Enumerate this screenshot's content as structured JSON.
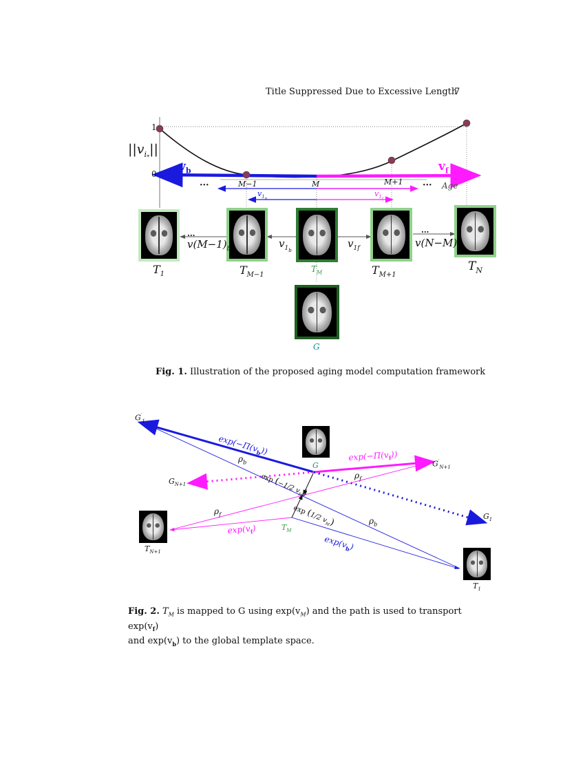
{
  "header": {
    "running_title": "Title Suppressed Due to Excessive Length",
    "page_number": "7"
  },
  "fig1": {
    "y_axis_label": "||v",
    "y_axis_label_sub": "i",
    "y_axis_label_subsub": "*",
    "y_axis_label_end": "||",
    "y_ticks": [
      "1",
      "0"
    ],
    "v_b": "v",
    "v_b_sub": "b",
    "v_f": "v",
    "v_f_sub": "f",
    "axis_ticks": [
      "M−1",
      "M",
      "M+1"
    ],
    "age_label": "Age",
    "ellipsis": "···",
    "v1b": "v",
    "v1b_sub": "1",
    "v1b_subsub": "b",
    "v1f": "v",
    "v1f_sub": "1",
    "v1f_subsub": "f",
    "edge_left": "v(M−1)",
    "edge_left_sub": "b",
    "edge_mid_left": "v",
    "edge_mid_left_sub": "1",
    "edge_mid_left_subsub": "b",
    "edge_mid_right": "v",
    "edge_mid_right_sub": "1f",
    "edge_right": "v(N−M)",
    "edge_right_sub": "f",
    "templates": [
      {
        "name": "T",
        "sub": "1"
      },
      {
        "name": "T",
        "sub": "M−1"
      },
      {
        "name": "T",
        "sub": "M"
      },
      {
        "name": "T",
        "sub": "M+1"
      },
      {
        "name": "T",
        "sub": "N"
      }
    ],
    "global_label": "G",
    "caption_bold": "Fig. 1.",
    "caption_text": " Illustration of the proposed aging model computation framework"
  },
  "fig2": {
    "labels": {
      "G1prime": "G",
      "G1prime_sub": "1",
      "GN1prime": "G",
      "GN1prime_sub": "N+1",
      "GN1": "G",
      "GN1_sub": "N+1",
      "G1": "G",
      "G1_sub": "1",
      "G": "G",
      "TM": "T",
      "TM_sub": "M",
      "TN1": "T",
      "TN1_sub": "N+1",
      "T1": "T",
      "T1_sub": "1",
      "exp_neg_pi_vb": "exp(−Π(v",
      "exp_neg_pi_vb_sub": "b",
      "exp_neg_pi_vb_end": "))",
      "exp_neg_pi_vf": "exp(−Π(v",
      "exp_neg_pi_vf_sub": "f",
      "exp_neg_pi_vf_end": "))",
      "rho_b_top": "ρ",
      "rho_b_top_sub": "b",
      "rho_f_top": "ρ",
      "rho_f_top_sub": "f",
      "rho_f_left": "ρ",
      "rho_f_left_sub": "f",
      "rho_b_right": "ρ",
      "rho_b_right_sub": "b",
      "exp_half_vm_top": "exp",
      "exp_half_vm_top_frac": "−1/2 v",
      "exp_half_vm_top_sub": "M",
      "exp_half_vm_bottom": "exp",
      "exp_half_vm_bottom_frac": "1/2 v",
      "exp_half_vm_bottom_sub": "M",
      "exp_vf": "exp(v",
      "exp_vf_sub": "f",
      "exp_vf_end": ")",
      "exp_vb": "exp(v",
      "exp_vb_sub": "b",
      "exp_vb_end": ")"
    },
    "caption_bold": "Fig. 2.",
    "caption_line1_a": " T",
    "caption_line1_a_sub": "M",
    "caption_line1_b": " is mapped to G using exp(v",
    "caption_line1_b_sub": "M",
    "caption_line1_c": ") and the path is used to transport exp(v",
    "caption_line1_c_sub": "f",
    "caption_line1_d": ")",
    "caption_line2_a": "and exp(v",
    "caption_line2_a_sub": "b",
    "caption_line2_b": ") to the global template space."
  },
  "colors": {
    "blue": "#1a1adf",
    "magenta": "#ff1aff",
    "green_frame": "#2e7d32",
    "light_green_frame": "#9ed49a",
    "green_text": "#2e9d3e",
    "teal_text": "#0f8f8f",
    "marker": "#8a3a5a"
  }
}
